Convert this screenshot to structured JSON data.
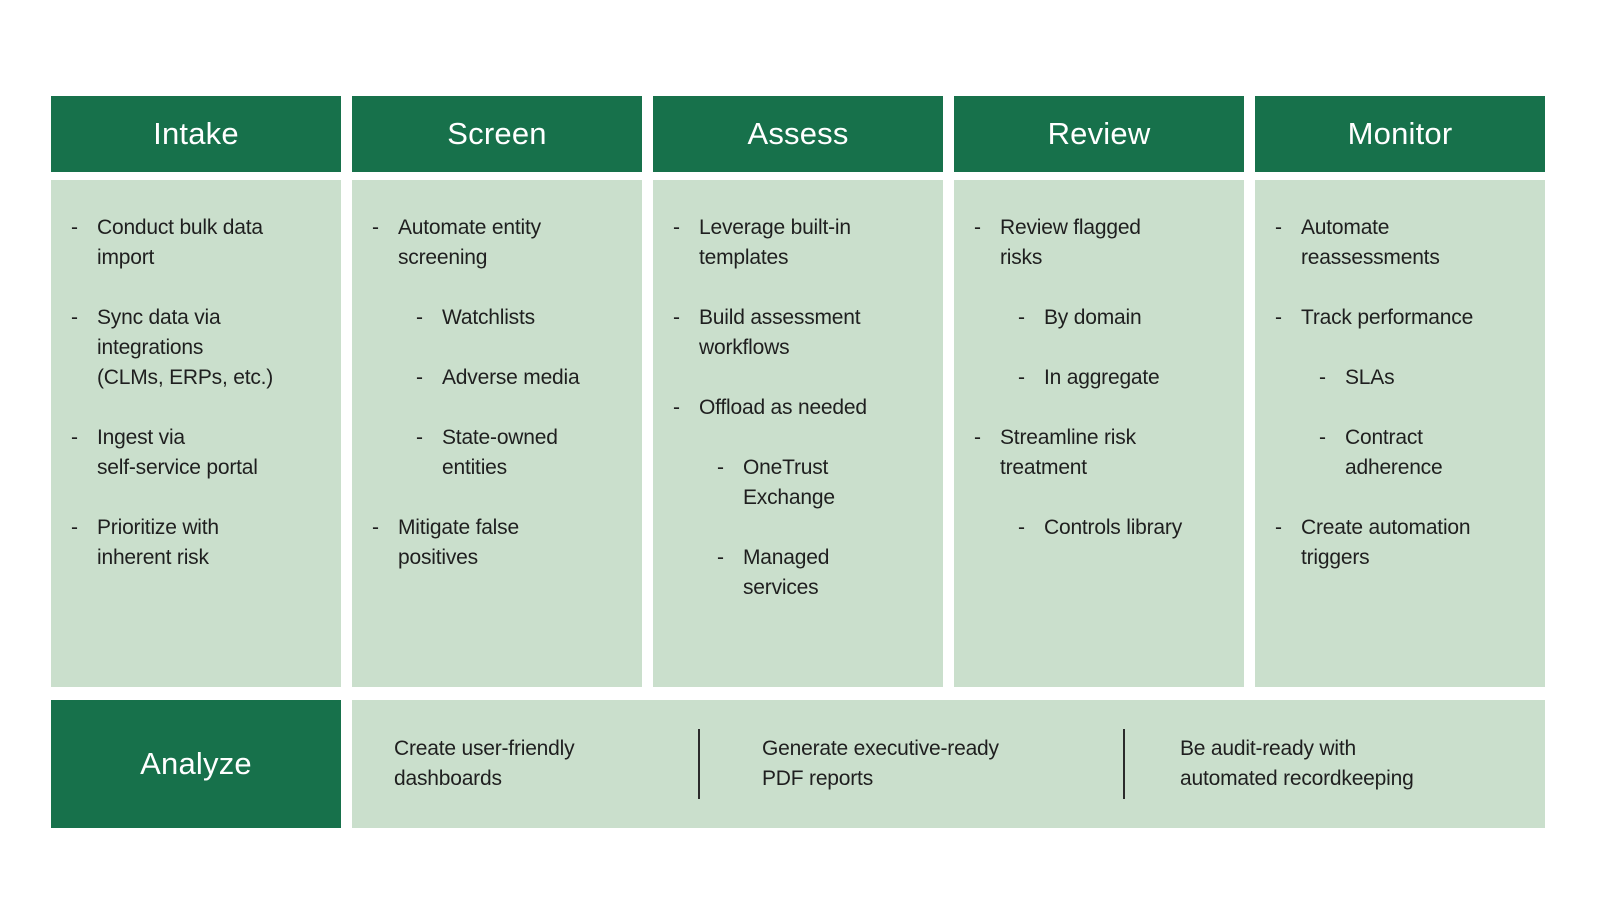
{
  "colors": {
    "dark_green": "#17714b",
    "light_green": "#cadfcc",
    "header_text": "#ffffff",
    "body_text": "#1f1f1f",
    "divider": "#2b2b2b",
    "background": "#ffffff"
  },
  "bullet": "-",
  "columns": [
    {
      "title": "Intake",
      "items": [
        {
          "text": "Conduct bulk data\nimport",
          "sub": false
        },
        {
          "text": "Sync data via\nintegrations\n(CLMs, ERPs, etc.)",
          "sub": false
        },
        {
          "text": "Ingest via\nself-service portal",
          "sub": false
        },
        {
          "text": "Prioritize with\ninherent risk",
          "sub": false
        }
      ]
    },
    {
      "title": "Screen",
      "items": [
        {
          "text": "Automate entity\nscreening",
          "sub": false
        },
        {
          "text": "Watchlists",
          "sub": true
        },
        {
          "text": "Adverse media",
          "sub": true
        },
        {
          "text": "State-owned\nentities",
          "sub": true
        },
        {
          "text": "Mitigate false\npositives",
          "sub": false
        }
      ]
    },
    {
      "title": "Assess",
      "items": [
        {
          "text": "Leverage built-in\ntemplates",
          "sub": false
        },
        {
          "text": "Build assessment\nworkflows",
          "sub": false
        },
        {
          "text": "Offload as needed",
          "sub": false
        },
        {
          "text": "OneTrust\nExchange",
          "sub": true
        },
        {
          "text": "Managed\nservices",
          "sub": true
        }
      ]
    },
    {
      "title": "Review",
      "items": [
        {
          "text": "Review flagged\nrisks",
          "sub": false
        },
        {
          "text": "By domain",
          "sub": true
        },
        {
          "text": "In aggregate",
          "sub": true
        },
        {
          "text": "Streamline risk\ntreatment",
          "sub": false
        },
        {
          "text": "Controls library",
          "sub": true
        }
      ]
    },
    {
      "title": "Monitor",
      "items": [
        {
          "text": "Automate\nreassessments",
          "sub": false
        },
        {
          "text": "Track performance",
          "sub": false
        },
        {
          "text": "SLAs",
          "sub": true
        },
        {
          "text": "Contract\nadherence",
          "sub": true
        },
        {
          "text": "Create automation\ntriggers",
          "sub": false
        }
      ]
    }
  ],
  "footer": {
    "title": "Analyze",
    "items": [
      {
        "text": "Create user-friendly\ndashboards"
      },
      {
        "text": "Generate executive-ready\nPDF reports"
      },
      {
        "text": "Be audit-ready with\nautomated recordkeeping"
      }
    ]
  }
}
